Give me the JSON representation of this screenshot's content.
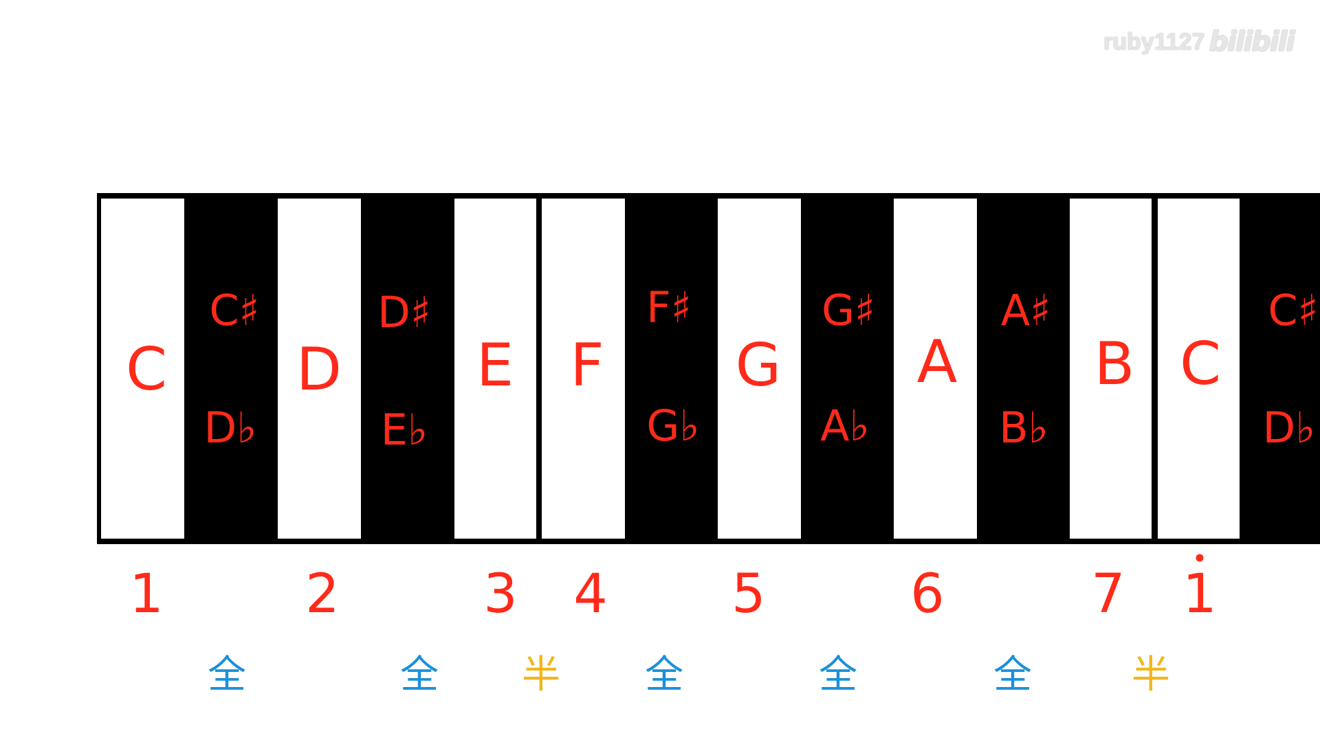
{
  "watermark": {
    "user": "ruby1127",
    "site": "bilibili"
  },
  "colors": {
    "note": "#ff2a1a",
    "whole_step": "#1a90d8",
    "half_step": "#f2b71c"
  },
  "keys": [
    {
      "type": "white",
      "label": "C"
    },
    {
      "type": "black",
      "sharp": "C♯",
      "flat": "D♭"
    },
    {
      "type": "white",
      "label": "D"
    },
    {
      "type": "black",
      "sharp": "D♯",
      "flat": "E♭"
    },
    {
      "type": "white",
      "label": "E"
    },
    {
      "type": "white",
      "label": "F"
    },
    {
      "type": "black",
      "sharp": "F♯",
      "flat": "G♭"
    },
    {
      "type": "white",
      "label": "G"
    },
    {
      "type": "black",
      "sharp": "G♯",
      "flat": "A♭"
    },
    {
      "type": "white",
      "label": "A"
    },
    {
      "type": "black",
      "sharp": "A♯",
      "flat": "B♭"
    },
    {
      "type": "white",
      "label": "B"
    },
    {
      "type": "white",
      "label": "C"
    },
    {
      "type": "black",
      "sharp": "C♯",
      "flat": "D♭"
    }
  ],
  "degrees": [
    "1",
    "2",
    "3",
    "4",
    "5",
    "6",
    "7",
    "1"
  ],
  "steps": [
    {
      "label": "全",
      "kind": "whole"
    },
    {
      "label": "全",
      "kind": "whole"
    },
    {
      "label": "半",
      "kind": "half"
    },
    {
      "label": "全",
      "kind": "whole"
    },
    {
      "label": "全",
      "kind": "whole"
    },
    {
      "label": "全",
      "kind": "whole"
    },
    {
      "label": "半",
      "kind": "half"
    }
  ]
}
